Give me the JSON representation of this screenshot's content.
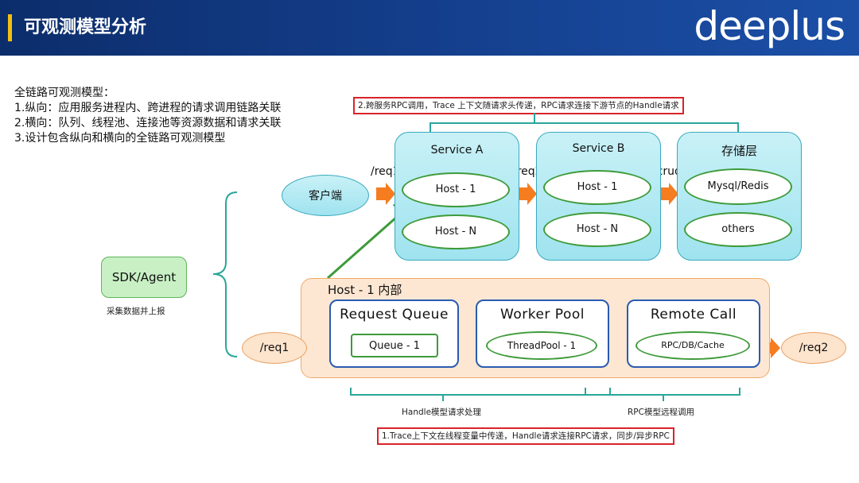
{
  "header": {
    "title": "可观测模型分析",
    "logo": "deeplus"
  },
  "intro": {
    "heading": "全链路可观测模型：",
    "lines": [
      "1.纵向：应用服务进程内、跨进程的请求调用链路关联",
      "2.横向：队列、线程池、连接池等资源数据和请求关联",
      "3.设计包含纵向和横向的全链路可观测模型"
    ]
  },
  "top_note": "2.跨服务RPC调用，Trace 上下文随请求头传递，RPC请求连接下游节点的Handle请求",
  "bottom_note": "1.Trace上下文在线程变量中传递，Handle请求连接RPC请求，同步/异步RPC",
  "client": "客户端",
  "sdk": {
    "label": "SDK/Agent",
    "caption": "采集数据并上报"
  },
  "paths": {
    "req1": "/req1",
    "req2": "/req2",
    "crud": "/crud"
  },
  "services": [
    {
      "title": "Service A",
      "hosts": [
        "Host - 1",
        "Host - N"
      ]
    },
    {
      "title": "Service B",
      "hosts": [
        "Host - 1",
        "Host - N"
      ]
    },
    {
      "title": "存储层",
      "hosts": [
        "Mysql/Redis",
        "others"
      ]
    }
  ],
  "host_detail": {
    "title": "Host - 1 内部",
    "input": "/req1",
    "output": "/req2",
    "blocks": [
      {
        "title": "Request Queue",
        "item": "Queue - 1"
      },
      {
        "title": "Worker Pool",
        "item": "ThreadPool - 1"
      },
      {
        "title": "Remote Call",
        "item": "RPC/DB/Cache"
      }
    ]
  },
  "braces": {
    "handle": "Handle模型请求处理",
    "rpc": "RPC模型远程调用"
  },
  "colors": {
    "header": "#15408f",
    "accent": "#f3c011",
    "arrow": "#f57c1f",
    "green": "#3e9b3a",
    "teal": "#2aa69a",
    "note_border": "#d9232b"
  }
}
